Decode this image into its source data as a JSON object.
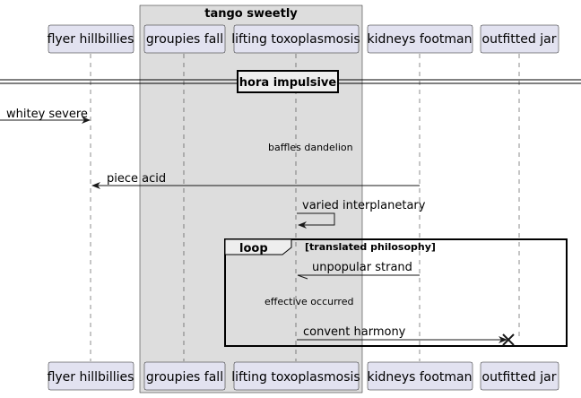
{
  "box_group": {
    "title": "tango sweetly"
  },
  "participants": [
    {
      "name": "flyer hillbillies"
    },
    {
      "name": "groupies fall"
    },
    {
      "name": "lifting toxoplasmosis"
    },
    {
      "name": "kidneys footman"
    },
    {
      "name": "outfitted jar"
    }
  ],
  "divider": {
    "label": "hora impulsive"
  },
  "messages": [
    {
      "label": "whitey severe"
    },
    {
      "label": "baffles dandelion"
    },
    {
      "label": "piece acid"
    },
    {
      "label": "varied interplanetary"
    },
    {
      "label": "unpopular strand"
    },
    {
      "label": "effective occurred"
    },
    {
      "label": "convent harmony"
    }
  ],
  "loop": {
    "label": "loop",
    "guard": "[translated philosophy]"
  },
  "colors": {
    "participant_fill": "#E2E2F0",
    "box_group_fill": "#DDDDDD",
    "line": "#181818"
  }
}
